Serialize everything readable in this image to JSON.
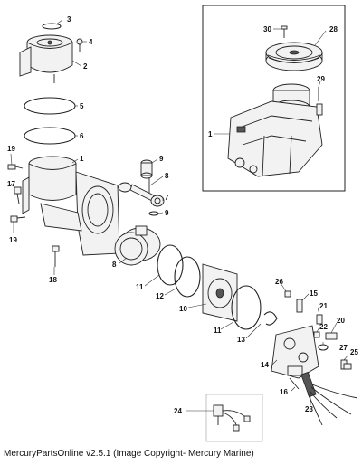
{
  "caption": "MercuryPartsOnline v2.5.1 (Image Copyright- Mercury Marine)",
  "callouts": [
    "1",
    "2",
    "3",
    "4",
    "5",
    "6",
    "7",
    "8",
    "9",
    "10",
    "11",
    "12",
    "13",
    "14",
    "15",
    "16",
    "17",
    "18",
    "19",
    "20",
    "21",
    "22",
    "23",
    "24",
    "25",
    "26",
    "27",
    "28",
    "29",
    "30"
  ]
}
